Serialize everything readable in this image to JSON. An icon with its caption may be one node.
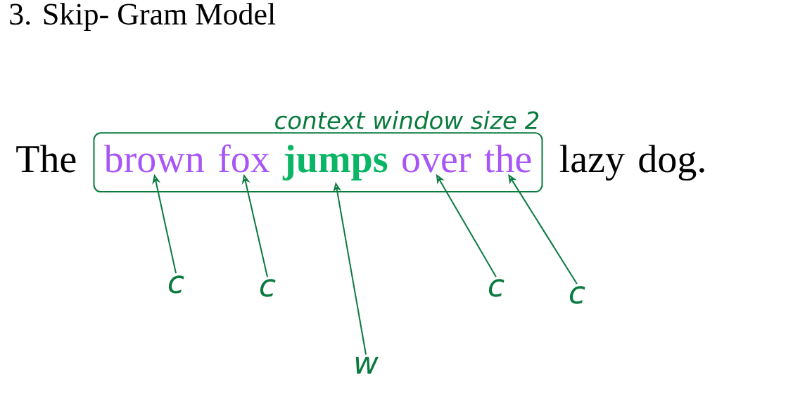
{
  "diagram": {
    "title": "3. Skip- Gram Model",
    "nodes": [
      {
        "text": [
          "The"
        ]
      },
      {
        "text": [
          "context window size 2"
        ]
      },
      {
        "text": [
          "brown"
        ],
        "in": 1
      },
      {
        "text": [
          "fox"
        ],
        "in": 1
      },
      {
        "text": [
          "jumps"
        ],
        "in": 1
      },
      {
        "text": [
          "over"
        ],
        "in": 1
      },
      {
        "text": [
          "the"
        ],
        "in": 1
      },
      {
        "text": [
          "lazy"
        ]
      },
      {
        "text": [
          "dog."
        ]
      },
      {
        "text": [
          "c"
        ]
      },
      {
        "text": [
          "c"
        ]
      },
      {
        "text": [
          "w"
        ]
      },
      {
        "text": [
          "c"
        ]
      },
      {
        "text": [
          "c"
        ]
      }
    ],
    "edges": [
      {
        "from": 9,
        "to": 2,
        "arrow": "to"
      },
      {
        "from": 10,
        "to": 3,
        "arrow": "to"
      },
      {
        "from": 11,
        "to": 4,
        "arrow": "to"
      },
      {
        "from": 12,
        "to": 5,
        "arrow": "to"
      },
      {
        "from": 13,
        "to": 6,
        "arrow": "to"
      }
    ]
  }
}
